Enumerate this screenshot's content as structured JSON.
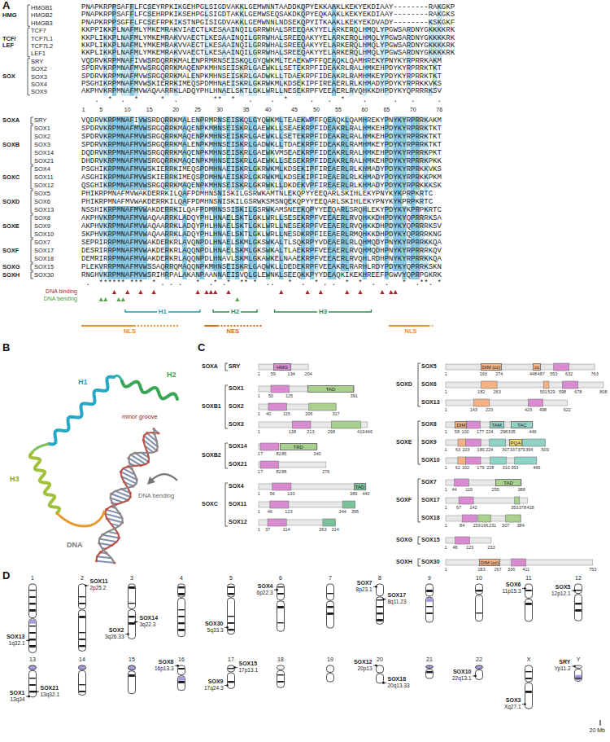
{
  "diagram": {
    "nodes": [
      {
        "text": [
          "HMG"
        ]
      },
      {
        "text": [
          "TAD"
        ]
      },
      {
        "text": [
          "TRD"
        ]
      },
      {
        "text": [
          "TAD"
        ]
      },
      {
        "text": [
          "DIM (cc)"
        ]
      },
      {
        "text": [
          "cc"
        ]
      },
      {
        "text": [
          "DIM"
        ]
      },
      {
        "text": [
          "TAM"
        ]
      },
      {
        "text": [
          "TAC"
        ]
      },
      {
        "text": [
          "PQA"
        ]
      },
      {
        "text": [
          "TAD"
        ]
      },
      {
        "text": [
          "DIM (cc)"
        ]
      }
    ],
    "labels": [
      "A",
      "HMG",
      "TCF/ LEF",
      "SOX",
      "HMGB1",
      "PNAPKRPPSAFFLFCSEYRPKIKGEHPGLSIGDVAKKLGEMWNNTAADDKQPYEKKAAKLKEKYEKDIAAY--------RAKGKP",
      "HMGB2",
      "PNAPKRPPSAFFLFCSEHRPKIKSEHPGLSIGDTAKKLGEMWSEQSAKDKQPYEQKAAKLKEKYEKDIAAY--------RAKGKS",
      "HMGB3",
      "PNAPKRPPSGFFLFCSEFRPKIKSTNPGISIGDVAKKLGEMWNNLNDSEKQPYITKAAKLKEKYEKDVADY--------KSKGKF",
      "TCF7",
      "KKPPIKKPLNAFMLYMKEMRAKVIAECTLKESAAINQILGRRWHALSREEQAKYYELARKERQLHMQLYPGWSARDNYGKKKKRK",
      "TCF7L1",
      "KKPLIKKPLNAFMLYMKEMRAKVVAECTLKESAAINQILGRRWHALSREEQAKYYELARKERQLHMQLYPGWSARDNYGKKKKRK",
      "TCF7L2",
      "KKPLIKKPLNAFMLYMKEMRAKVVAECTLKESAAINQILGRRWHALSREEQAKYYELARKERQLHMQLYPGWSARDNYGKKKKRK",
      "LEF1",
      "KKPLIKKPLNAFMLYMKEMRAKVVAECTLKESAAINQILGRRWHALSREEQAKYYELARKERQLHMQLYPGWSARDNYGKKKKRK",
      "SRY",
      "VQDRVKRPMNAFIVWSRDQRRKMALENPRMRNSEISKQLGYQWKMLTEAEKWPFFQEAQKLQAMHREKYPNYKYRPRRKAKM",
      "SOX2",
      "SPDRVKRPMNAFMVWSRGQRRKMAQENPKMHNSEISKRLGAEWKLLSETEKRPFIDEAKRLRALHMKEHPDYKYRPRRKTKT",
      "SOX3",
      "SPDRVKRPMNAFMVWSRGQRRKMALENPKMHNSEISKRLGADWKLLTDAEKRPFIDEAKRLRAMHMKEYPDYKYRPRRKTKT",
      "SOX4",
      "PSGHIKRPMNAFMVWSKIERRKIMEQSPDMHNAEISKRLGKRWKMLKDSEKIPFIREAERLRLKHMADYPDYKYRPRKKVKS",
      "SOX9",
      "AKPHVKRPMNAFMVWAQAARRKLADQYPHLHNAELSKTLGKLWRLLNESEKRPFVEEAERLRVQHKKDHPDYKYQPRRRKSV",
      "   .  *  .  *     *  .        **  *   .    .  *     .   .  *    .      .   .     .   ",
      "1",
      "5",
      "10",
      "15",
      "20",
      "25",
      "30",
      "35",
      "40",
      "45",
      "50",
      "55",
      "60",
      "65",
      "70",
      "76",
      "SOXA",
      "SOXB",
      "SOXC",
      "SOXD",
      "SOXE",
      "SOXF",
      "SOXG",
      "SOXH",
      "SRY",
      "VQDRVKRPMNAFIVWSRDQRRKMALENPRMRNSEISKQLGYQWKMLTEAEKWPFFQEAQKLQAMHREKYPNYKYRPRRKAKM",
      "SOX1",
      "SPDRVKRPMNAFMVWSRGQRRKMAQENPKMHNSEISKRLGAEWKLLSEAEKRPFIDEAKRLRALHMKEHPDYKYRPRRKTKT",
      "SOX2",
      "SPDRVKRPMNAFMVWSRGQRRKMAQENPKMHNSEISKRLGAEWKLLSETEKRPFIDEAKRLRALHMKEHPDYKYRPRRKTKT",
      "SOX3",
      "SPDRVKRPMNAFMVWSRGQRRKMALENPKMHNSEISKRLGADWKLLTDAEKRPFIDEAKRLRAMHMKEYPDYKYRPRRKTKT",
      "SOX14",
      "DQDRVKRPMNAFMVWSRGQRRKMAQENPKMHNSEISKRLGAEWKVMSEAEKRPFIDEAKRLRALHMKEHPDYKYRPRRKPKT",
      "SOX21",
      "DHDRVKRPMNAFMVWSRGQRRKMAQENPKMHNSEISKRLGAEWKLLSESEKRPFIDEAKRLRALHMKEHPDYKYRPRRKPKK",
      "SOX4",
      "PSGHIKRPMNAFMVWSKIERRKIMEQSPDMHNAEISKRLGKRWKMLKDSEKIPFIREAERLRLKHMADYPDYKYRPRKKVKS",
      "SOX11",
      "ASGHIKRPMNAFMVWSKIERRKIMEQSPDMHNAEISKRLGKRWKMLKDSEKIPFIREAERLRLKHMADYPDYKYRPRKKPKM",
      "SOX12",
      "QSGHIKRPMNAFMVWSRGQRRKMAQENPKMHNSEISKRLGKRWKLLDKDEKVPFIREAERLRLKHMADYPDYKYRPRKKKSK",
      "SOX5",
      "PHIKRPMNAFMVWAKDERRKILQAFPDMHNSNISKILGSRWKAMTNLEKQPYYEEQARLSKIHLEKYPNYKYKPRPKRTC",
      "SOX6",
      "PHIKRPMNAFMVWAKDERRKILQAFPDMHNSNISKILGSRWKSMSNQEKQPYYEEQARLSKIHLEKYPNYKYKPRPKRTC",
      "SOX13",
      "NSSHIKRPMNAFMVWAKDERRKILQAFPDMHNSSISKILGSRWKAMSNEEKQPYYEEQARLSRQHLEKYPDYKYKPRPKRTC",
      "SOX8",
      "AKPHVKRPMNAFMVWAQAARRKLADQYPHLHNAELSKTLGKLWRLLSESEKRPFVEEAERLRVQHKKDHPDYKYQPRRRKSA",
      "SOX9",
      "AKPHVKRPMNAFMVWAQAARRKLADQYPHLHNAELSKTLGKLWRLLNESEKRPFVEEAERLRVQHKKDHPDYKYQPRRRKSV",
      "SOX10",
      "SKPHVKRPMNAFMVWAQAARRKLADQYPHLHNAELSKTLGKLWRLLNESDKRPFIEEAERLRMQHKKDHPDYKYQPRRRKNG",
      "SOX7",
      "SEPRIRRPMNAFMVWAKDERKRLAVQNPDLHNAELSKMLGKSWKALTLSQKRPYVDEAERLRLQHMQDYPNYKYRPRRKKQA",
      "SOX17",
      "DESRIRRPMNAFMVWAKDERKRLAQQNPDLHNAELSKMLGKSWKALTLAEKRPFVEEAERLRVQHMQDHPNYKYRPRRRKQV",
      "SOX18",
      "DEMRIRRPMNAFMVWAKDERKRLAQQNPDLHNAVLSKMLGKAWKELNAAEKRPFVEEAERLRVQHLRDHPNYKYRPRRKKQA",
      "SOX15",
      "PLEKVRRPMNAFMVWSSAQRRQMAQQNPKMHNSEISKRLGAQWKLLDEDEKRPFVEEAKRLRARHLRDYPDYKYQPRRKSKN",
      "SOX30",
      "RNGHVKRPMNAFMVWSRIHRPALAKANPAANNAEISVQLGLEWNKLSEEQKKPYYDEAQKIKEKHREEFPGWVYQPRPGKRK",
      " .  ****** ***  * . . .   *  .* .*  ** *  ..   *  .  * . .  *  *  .  .   *  .**. *",
      "H1",
      "H2",
      "H3",
      "NLS",
      "NES",
      "NLS",
      "B",
      "H1",
      "H2",
      "minor groove",
      "DNA bending",
      "H3",
      "DNA",
      "C",
      "SOXA",
      "SRY",
      "1",
      "59",
      "134",
      "204",
      "SOXB1",
      "SOX1",
      "1",
      "50",
      "125",
      "391",
      "SOX2",
      "1",
      "40",
      "115",
      "206",
      "317",
      "SOX3",
      "1",
      "138",
      "213",
      "298",
      "419",
      "446",
      "SOXB2",
      "SOX14",
      "1",
      "7",
      "82",
      "85",
      "240",
      "SOX21",
      "1",
      "7",
      "82",
      "88",
      "276",
      "SOXC",
      "SOX4",
      "1",
      "56",
      "133",
      "389",
      "440",
      "SOX11",
      "1",
      "46",
      "123",
      "344",
      "395",
      "SOX12",
      "1",
      "37",
      "114",
      "263",
      "314",
      "SOXD",
      "SOX5",
      "1",
      "193",
      "274",
      "448",
      "487",
      "553",
      "632",
      "763",
      "SOX6",
      "1",
      "182",
      "263",
      "501",
      "529",
      "598",
      "678",
      "808",
      "SOX13",
      "1",
      "143",
      "223",
      "423",
      "498",
      "622",
      "SOXE",
      "SOX8",
      "1",
      "58",
      "100",
      "177",
      "224",
      "298",
      "335",
      "446",
      "SOX9",
      "1",
      "63",
      "103",
      "180",
      "224",
      "307",
      "337",
      "379",
      "394",
      "509",
      "SOX10",
      "1",
      "62",
      "102",
      "179",
      "228",
      "310",
      "353",
      "466",
      "SOXF",
      "SOX7",
      "1",
      "44",
      "119",
      "255",
      "388",
      "SOX17",
      "1",
      "67",
      "142",
      "353",
      "378",
      "418",
      "SOX18",
      "1",
      "84",
      "159",
      "166",
      "231",
      "307",
      "384",
      "SOXG",
      "SOX15",
      "1",
      "48",
      "123",
      "233",
      "SOXH",
      "SOX30",
      "1",
      "183",
      "267",
      "336",
      "411",
      "753",
      "D",
      "1",
      "2",
      "3",
      "4",
      "5",
      "6",
      "7",
      "8",
      "9",
      "10",
      "11",
      "12",
      "13",
      "14",
      "15",
      "16",
      "17",
      "18",
      "19",
      "20",
      "21",
      "22",
      "X",
      "Y",
      "SOX13",
      "1q32.1",
      "SOX11",
      "2p25.2",
      "SOX14",
      "3q22.3",
      "SOX2",
      "3q26.33",
      "SOX30",
      "5q33.3",
      "SOX4",
      "6p22.3",
      "SOX7",
      "8p23.1",
      "SOX17",
      "8q11.23",
      "SOX6",
      "11p15.3",
      "SOX5",
      "12p12.1",
      "SOX21",
      "13q32.1",
      "SOX1",
      "13q34",
      "SOX8",
      "16p13.3",
      "SOX15",
      "17p13.1",
      "SOX9",
      "17q24.3",
      "SOX12",
      "20p13",
      "SOX18",
      "20q13.33",
      "SOX10",
      "22q13.1",
      "SOX3",
      "Xq27.1",
      "SRY",
      "Yp11.2",
      "20 Mb"
    ],
    "legend": [
      {
        "text": "DNA binding"
      },
      {
        "text": "DNA bending"
      }
    ]
  }
}
